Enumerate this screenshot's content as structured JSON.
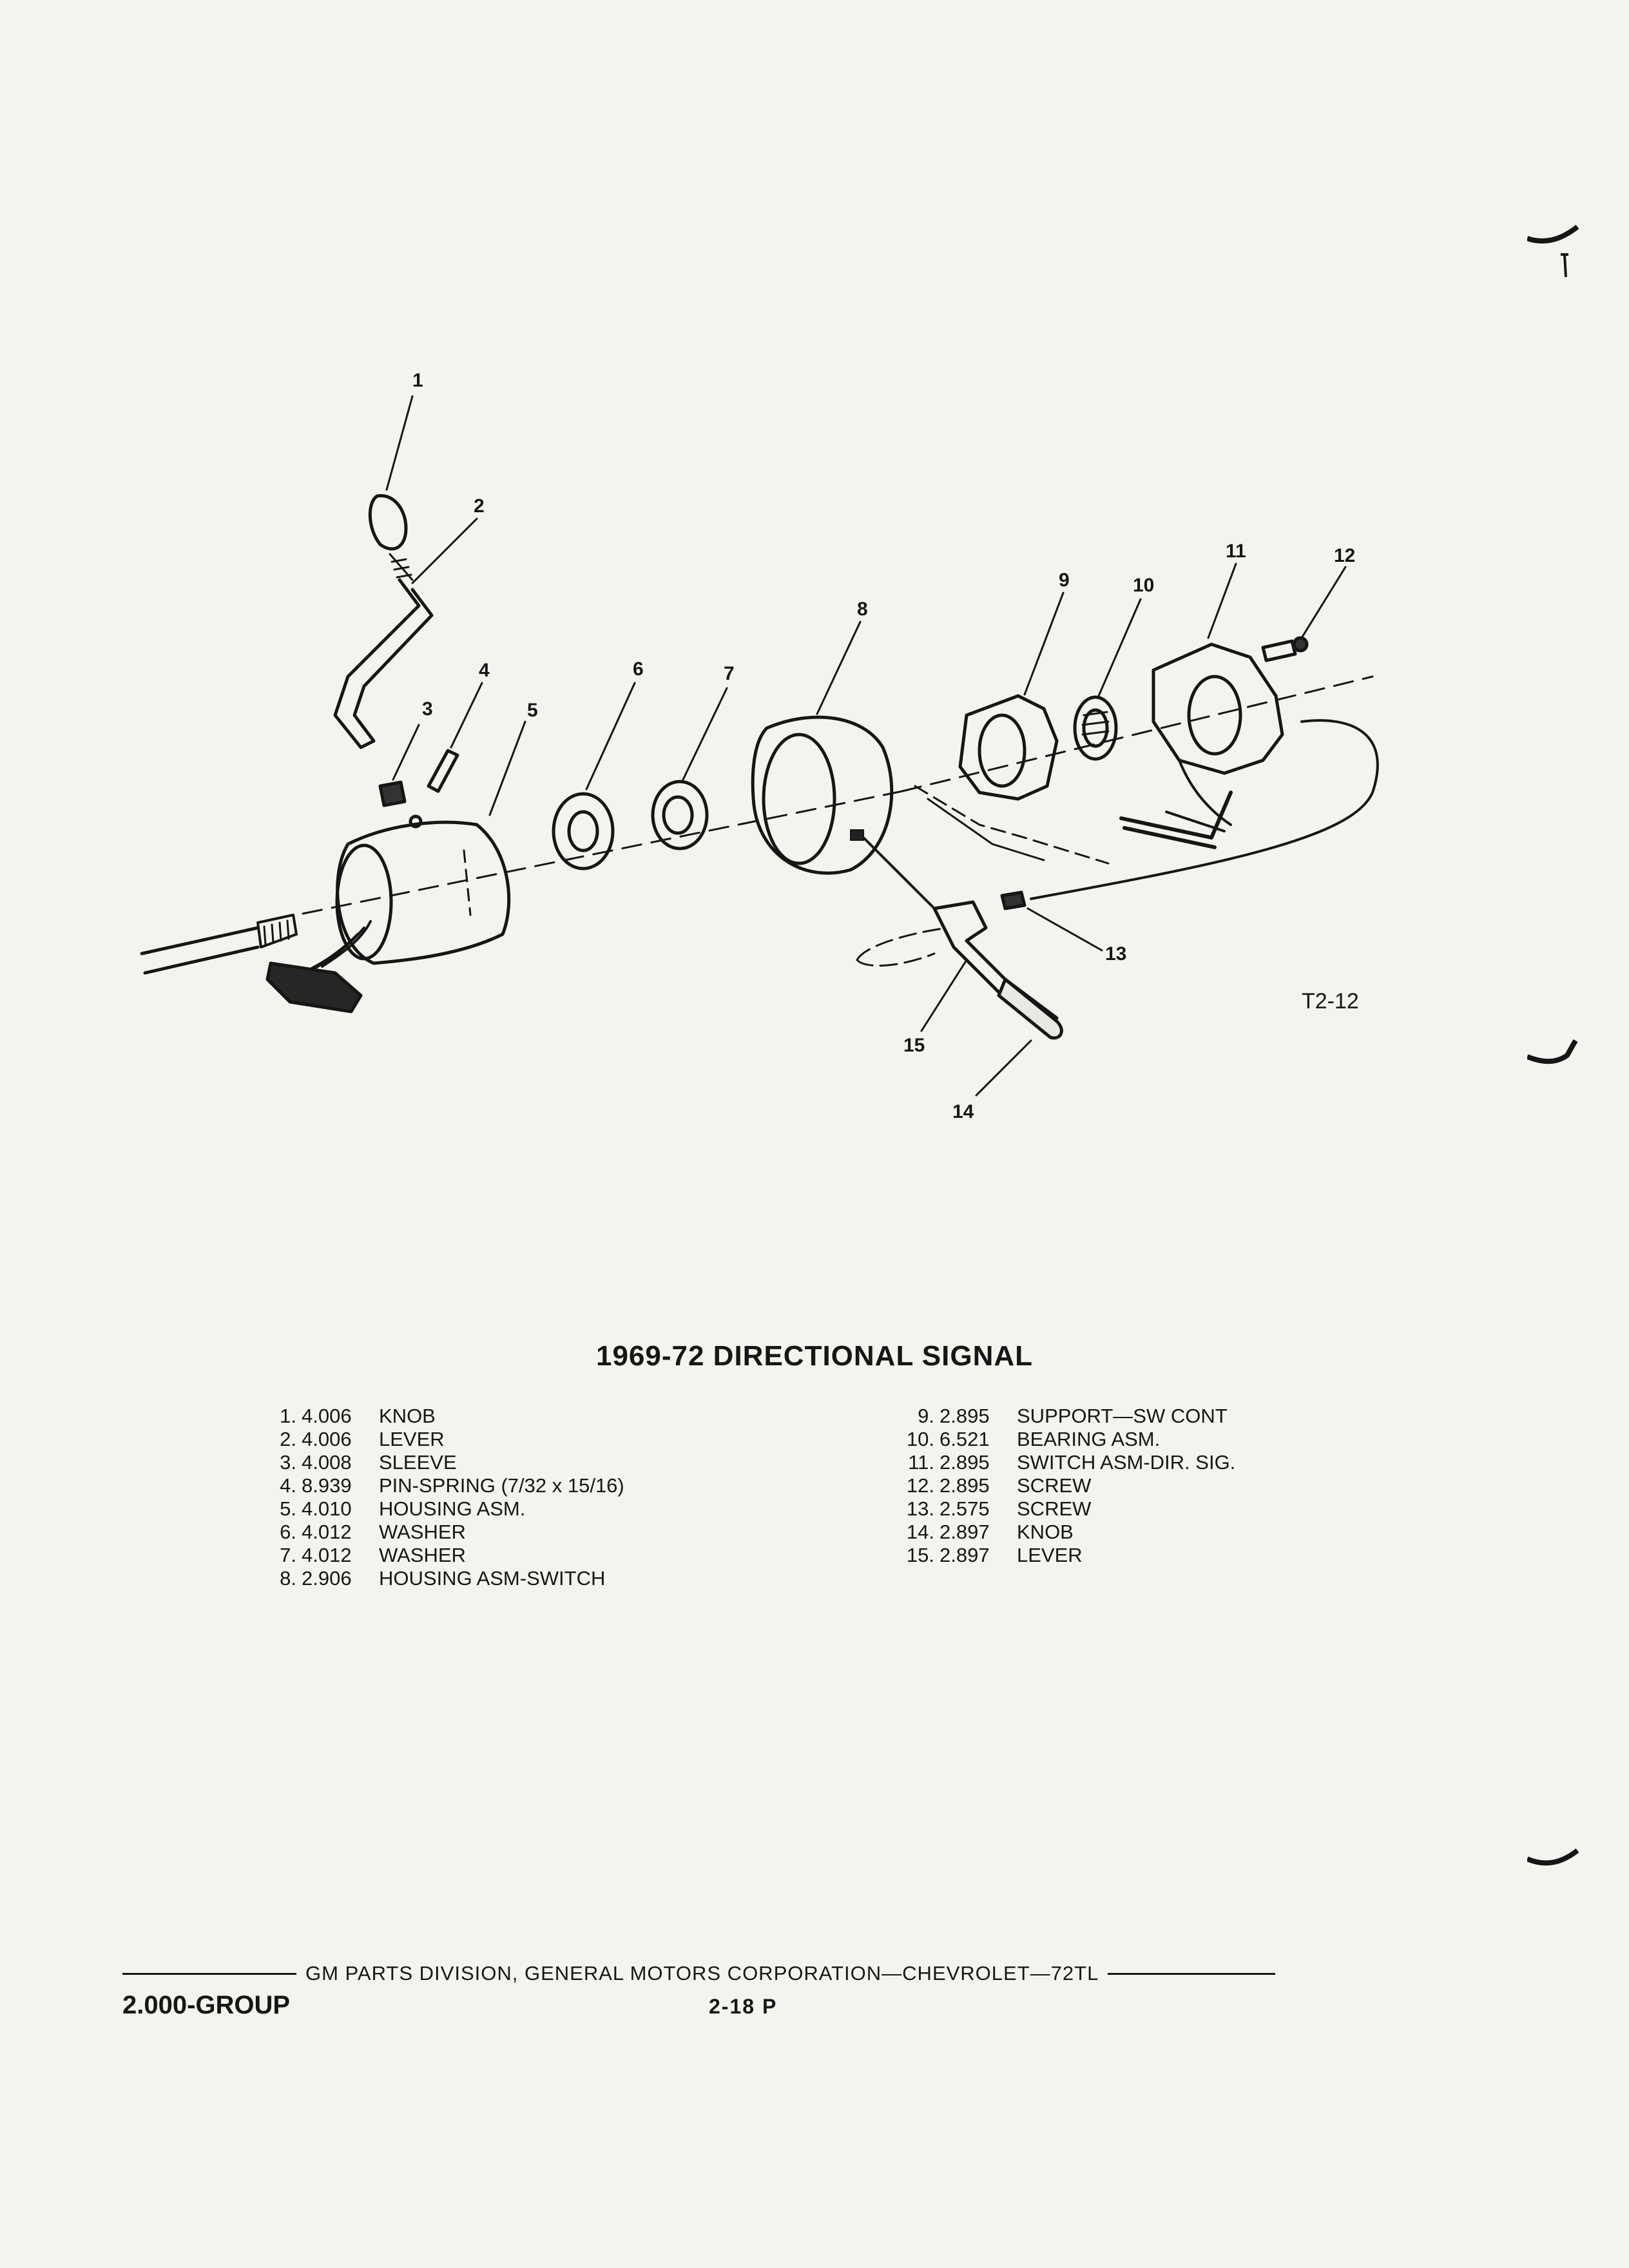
{
  "diagram": {
    "figure_id": "T2-12",
    "callouts": [
      "1",
      "2",
      "3",
      "4",
      "5",
      "6",
      "7",
      "8",
      "9",
      "10",
      "11",
      "12",
      "13",
      "14",
      "15"
    ]
  },
  "title": "1969-72 DIRECTIONAL SIGNAL",
  "parts_left": [
    {
      "num": "1.",
      "code": "4.006",
      "desc": "KNOB"
    },
    {
      "num": "2.",
      "code": "4.006",
      "desc": "LEVER"
    },
    {
      "num": "3.",
      "code": "4.008",
      "desc": "SLEEVE"
    },
    {
      "num": "4.",
      "code": "8.939",
      "desc": "PIN-SPRING (7/32 x 15/16)"
    },
    {
      "num": "5.",
      "code": "4.010",
      "desc": "HOUSING ASM."
    },
    {
      "num": "6.",
      "code": "4.012",
      "desc": "WASHER"
    },
    {
      "num": "7.",
      "code": "4.012",
      "desc": "WASHER"
    },
    {
      "num": "8.",
      "code": "2.906",
      "desc": "HOUSING ASM-SWITCH"
    }
  ],
  "parts_right": [
    {
      "num": "9.",
      "code": "2.895",
      "desc": "SUPPORT—SW CONT"
    },
    {
      "num": "10.",
      "code": "6.521",
      "desc": "BEARING ASM."
    },
    {
      "num": "11.",
      "code": "2.895",
      "desc": "SWITCH ASM-DIR. SIG."
    },
    {
      "num": "12.",
      "code": "2.895",
      "desc": "SCREW"
    },
    {
      "num": "13.",
      "code": "2.575",
      "desc": "SCREW"
    },
    {
      "num": "14.",
      "code": "2.897",
      "desc": "KNOB"
    },
    {
      "num": "15.",
      "code": "2.897",
      "desc": "LEVER"
    }
  ],
  "footer": {
    "publisher": "GM PARTS DIVISION,  GENERAL MOTORS CORPORATION—CHEVROLET—72TL",
    "group": "2.000-GROUP",
    "page": "2-18 P"
  }
}
